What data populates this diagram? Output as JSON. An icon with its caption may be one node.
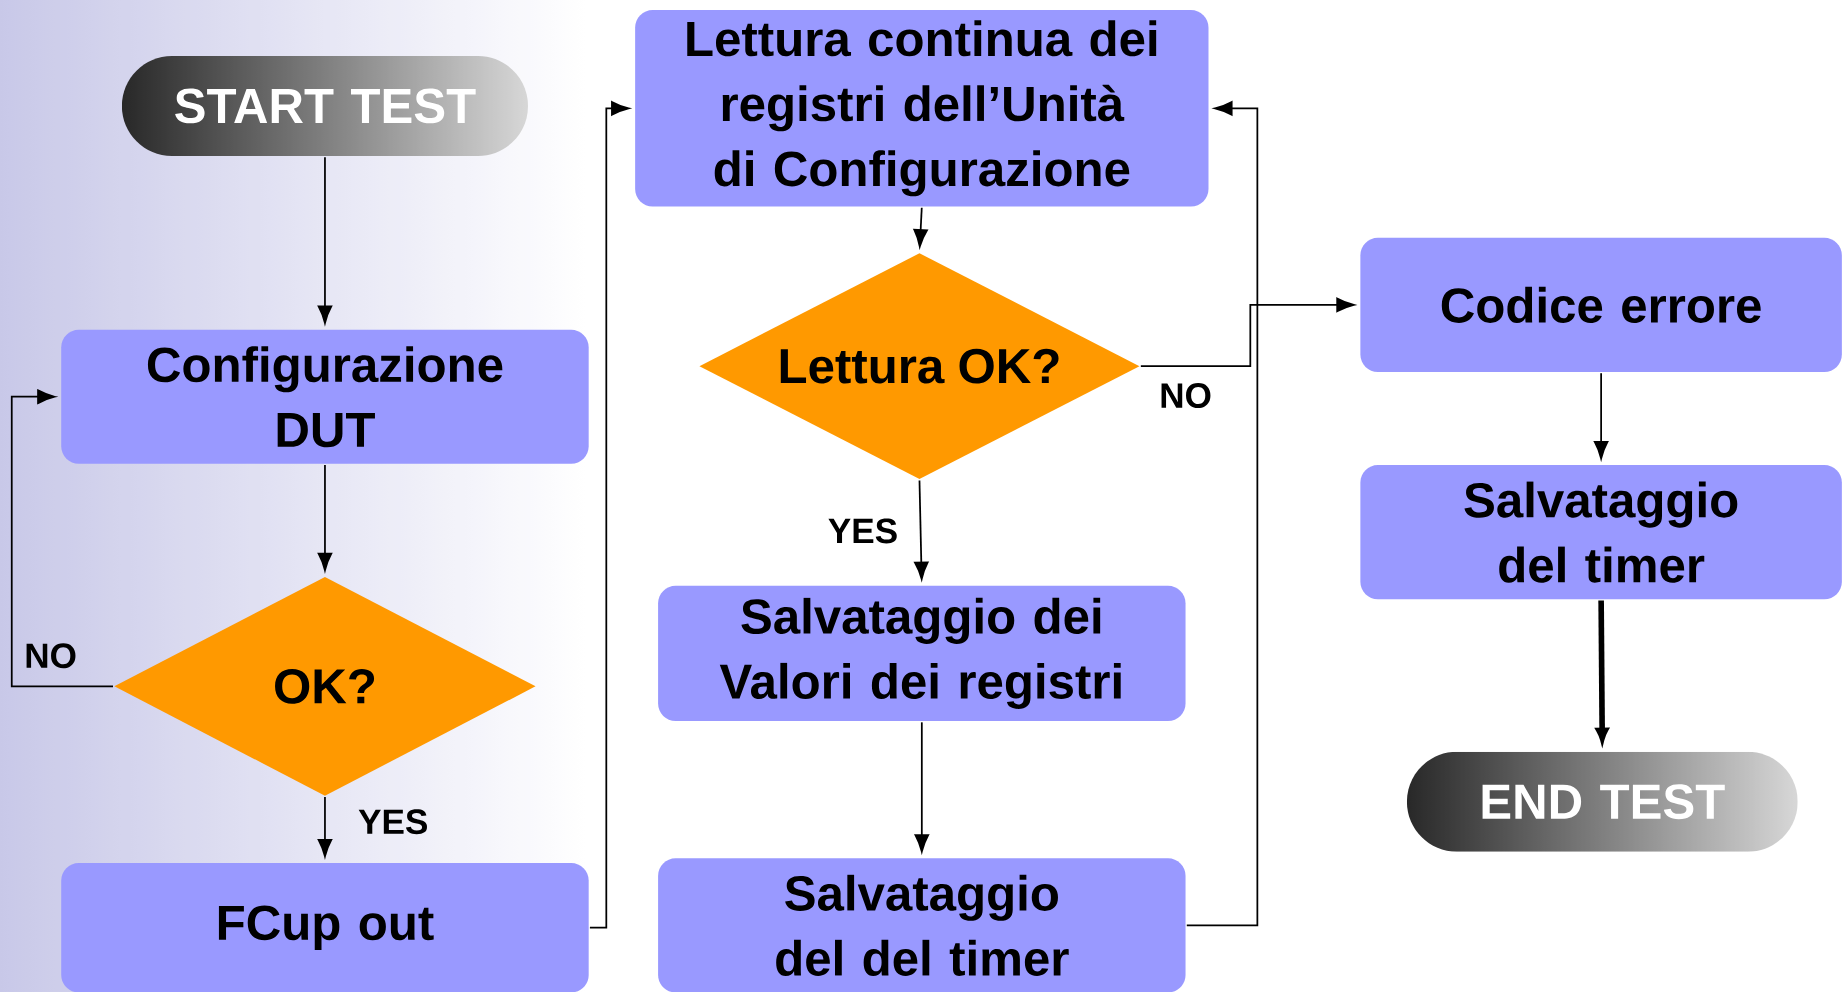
{
  "diagram": {
    "nodes": [
      {
        "text": [
          "START TEST"
        ]
      },
      {
        "text": [
          "Configurazione DUT"
        ]
      },
      {
        "text": [
          "OK?"
        ]
      },
      {
        "text": [
          "FCup out"
        ]
      },
      {
        "text": [
          "Lettura continua dei registri dell’Unità di Configurazione"
        ]
      },
      {
        "text": [
          "Lettura OK?"
        ]
      },
      {
        "text": [
          "Salvataggio dei Valori dei registri"
        ]
      },
      {
        "text": [
          "Salvataggio del del timer"
        ]
      },
      {
        "text": [
          "Codice errore"
        ]
      },
      {
        "text": [
          "Salvataggio del timer"
        ]
      },
      {
        "text": [
          "END TEST"
        ]
      }
    ],
    "edges": [
      {
        "from": 0,
        "to": 1,
        "arrow": "to"
      },
      {
        "from": 1,
        "to": 2,
        "arrow": "to"
      },
      {
        "from": 2,
        "to": 1,
        "arrow": "to",
        "label": "NO"
      },
      {
        "from": 2,
        "to": 3,
        "arrow": "to",
        "label": "YES"
      },
      {
        "from": 3,
        "to": 4,
        "arrow": "to"
      },
      {
        "from": 4,
        "to": 5,
        "arrow": "to"
      },
      {
        "from": 5,
        "to": 8,
        "arrow": "to",
        "label": "NO"
      },
      {
        "from": 5,
        "to": 6,
        "arrow": "to",
        "label": "YES"
      },
      {
        "from": 6,
        "to": 7,
        "arrow": "to"
      },
      {
        "from": 7,
        "to": 4,
        "arrow": "to"
      },
      {
        "from": 8,
        "to": 9,
        "arrow": "to"
      },
      {
        "from": 9,
        "to": 10,
        "arrow": "to",
        "style": "thick"
      }
    ]
  }
}
